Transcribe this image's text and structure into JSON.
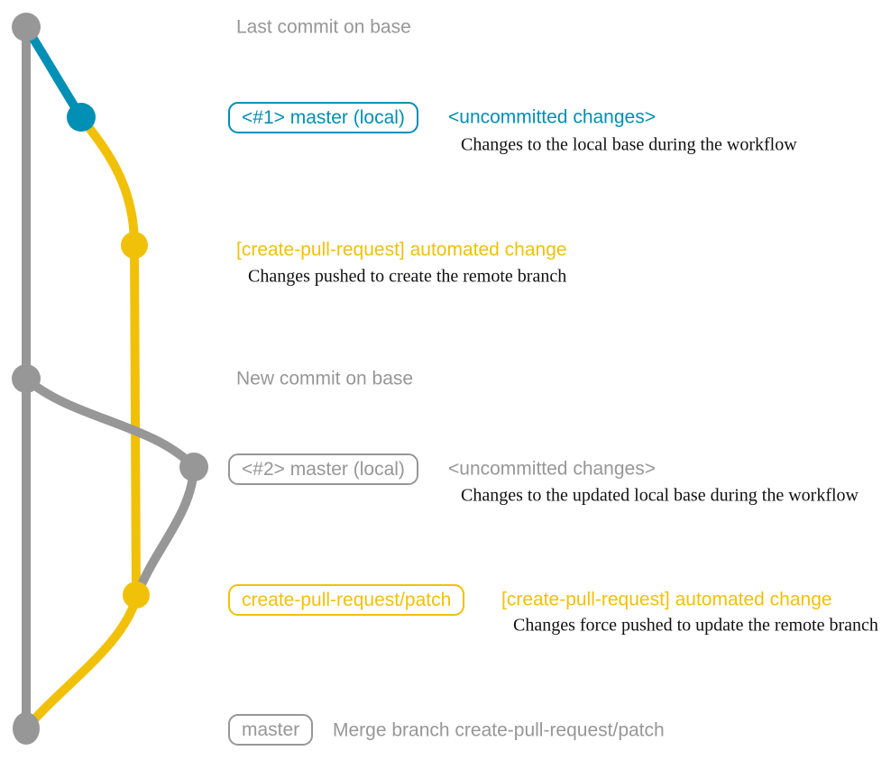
{
  "colors": {
    "gray": "#979797",
    "blue": "#008fb5",
    "yellow": "#f1c109",
    "note_text": "#111111",
    "background": "#ffffff"
  },
  "branches": [
    {
      "name": "base",
      "color_key": "gray"
    },
    {
      "name": "master (local)",
      "color_key": "blue"
    },
    {
      "name": "create-pull-request/patch",
      "color_key": "yellow"
    }
  ],
  "commits": [
    {
      "id": "last-base-commit",
      "color_key": "gray",
      "message": "Last commit on base"
    },
    {
      "id": "local-commit-1",
      "color_key": "blue",
      "label": "<#1> master (local)",
      "message": "<uncommitted changes>",
      "note": "Changes to the local base during the workflow"
    },
    {
      "id": "patch-commit-1",
      "color_key": "yellow",
      "message": "[create-pull-request] automated change",
      "note": "Changes pushed to create the remote branch"
    },
    {
      "id": "new-base-commit",
      "color_key": "gray",
      "message": "New commit on base"
    },
    {
      "id": "local-commit-2",
      "color_key": "gray",
      "label": "<#2> master (local)",
      "message": "<uncommitted changes>",
      "note": "Changes to the updated local base during the workflow"
    },
    {
      "id": "patch-commit-2",
      "color_key": "yellow",
      "label": "create-pull-request/patch",
      "message": "[create-pull-request] automated change",
      "note": "Changes force pushed to update the remote branch"
    },
    {
      "id": "merge-commit",
      "color_key": "gray",
      "label": "master",
      "message": "Merge branch create-pull-request/patch"
    }
  ]
}
